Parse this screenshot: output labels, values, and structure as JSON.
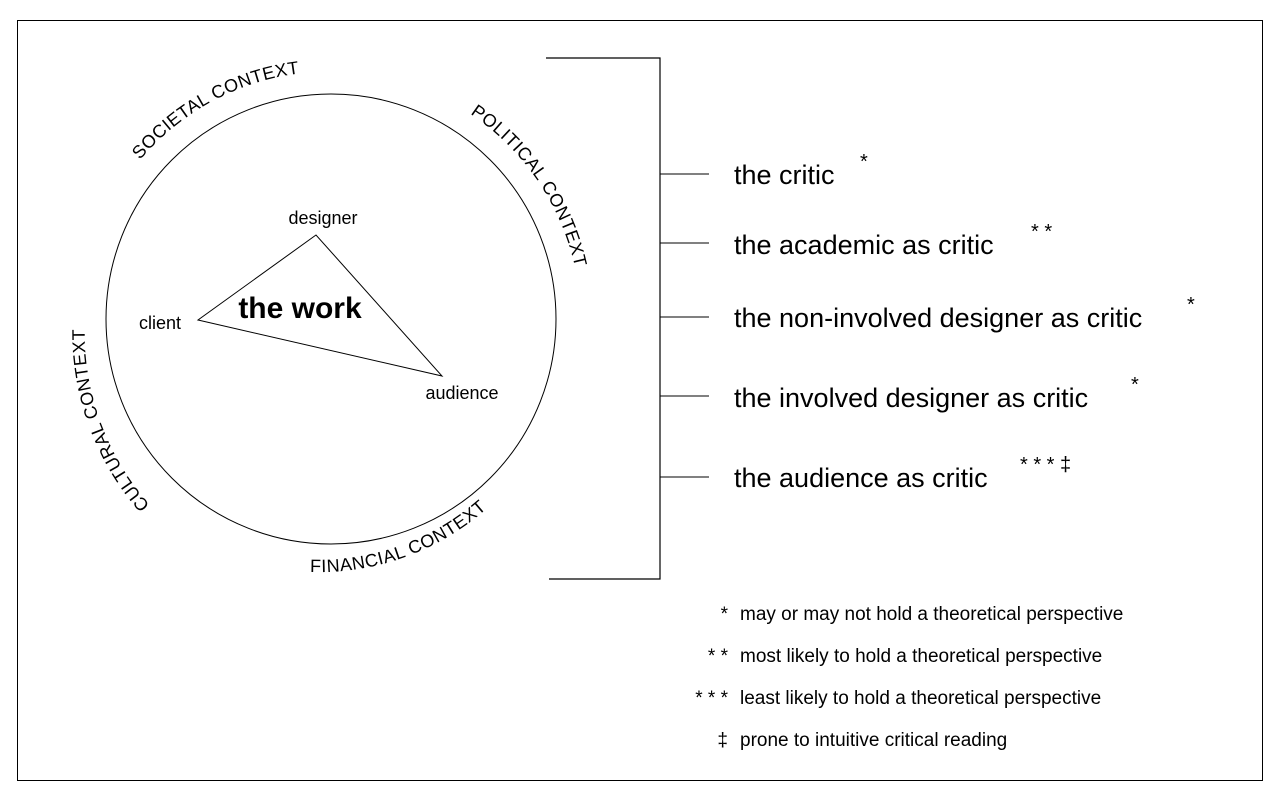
{
  "center": {
    "label": "the work"
  },
  "vertices": {
    "designer": "designer",
    "client": "client",
    "audience": "audience"
  },
  "contexts": {
    "societal": "SOCIETAL CONTEXT",
    "political": "POLITICAL CONTEXT",
    "financial": "FINANCIAL CONTEXT",
    "cultural": "CULTURAL CONTEXT"
  },
  "critics": [
    {
      "label": "the critic",
      "mark": "*"
    },
    {
      "label": "the academic as critic",
      "mark": "* *"
    },
    {
      "label": "the non-involved designer as critic",
      "mark": "*"
    },
    {
      "label": "the involved designer as critic",
      "mark": "*"
    },
    {
      "label": "the audience as critic",
      "mark": "* * *  ‡"
    }
  ],
  "legend": [
    {
      "symbol": "*",
      "text": "may or may not hold a theoretical perspective"
    },
    {
      "symbol": "* *",
      "text": "most likely to hold a theoretical perspective"
    },
    {
      "symbol": "* * *",
      "text": "least likely to hold a theoretical perspective"
    },
    {
      "symbol": "‡",
      "text": "prone to intuitive critical reading"
    }
  ]
}
